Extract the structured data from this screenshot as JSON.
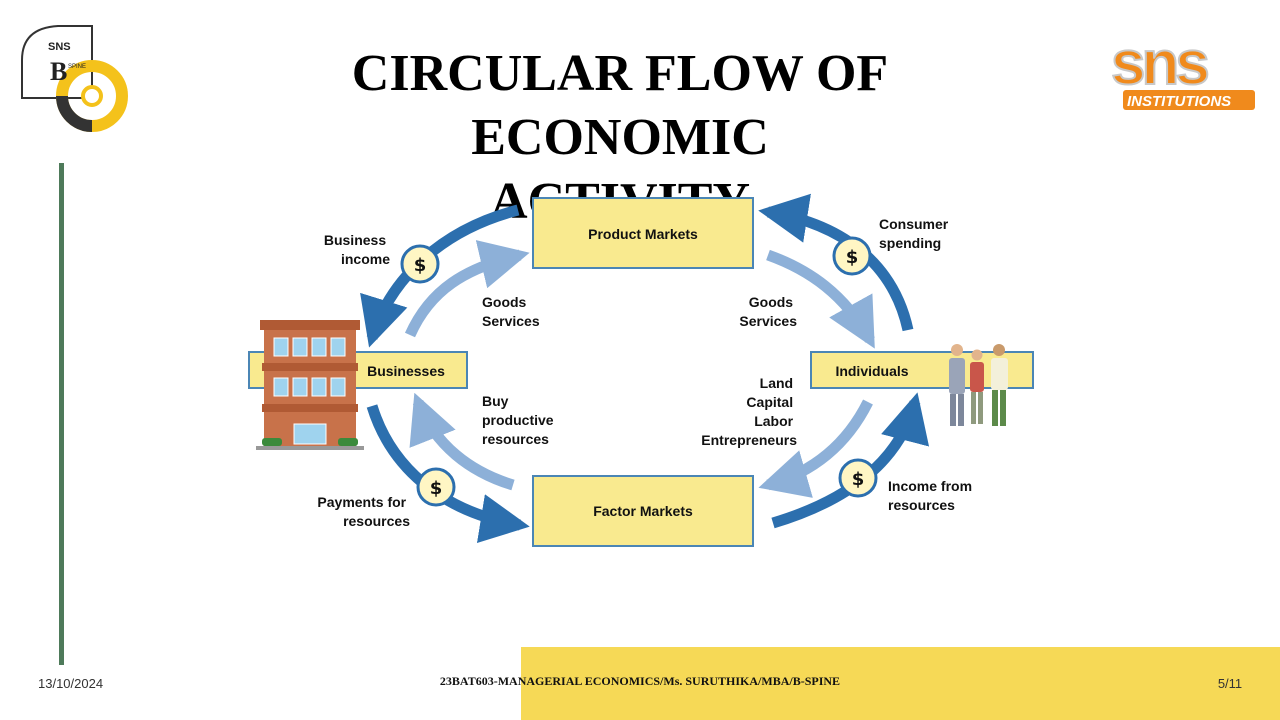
{
  "slide": {
    "title_line1": "CIRCULAR FLOW OF ECONOMIC",
    "title_line2": "ACTIVITY"
  },
  "logos": {
    "left_text_top": "SNS",
    "left_text_letter": "B",
    "left_text_side": "SPINE",
    "right_text": "sns",
    "right_subtext": "INSTITUTIONS"
  },
  "diagram": {
    "boxes": {
      "product_markets": "Product Markets",
      "factor_markets": "Factor Markets",
      "businesses": "Businesses",
      "individuals": "Individuals"
    },
    "labels": {
      "business_income": [
        "Business",
        "income"
      ],
      "goods_services_left": [
        "Goods",
        "Services"
      ],
      "goods_services_right": [
        "Goods",
        "Services"
      ],
      "consumer_spending": [
        "Consumer",
        "spending"
      ],
      "buy_productive_resources": [
        "Buy",
        "productive",
        "resources"
      ],
      "land_capital_labor": [
        "Land",
        "Capital",
        "Labor",
        "Entrepreneurs"
      ],
      "payments_for_resources": [
        "Payments for",
        "resources"
      ],
      "income_from_resources": [
        "Income from",
        "resources"
      ]
    },
    "dollar_symbol": "$",
    "colors": {
      "box_fill": "#f9ea8f",
      "box_border": "#4b86b5",
      "money_arrow": "#2c6fae",
      "goods_arrow": "#8db0d8"
    }
  },
  "footer": {
    "date": "13/10/2024",
    "course": "23BAT603-MANAGERIAL ECONOMICS/Ms. SURUTHIKA/MBA/B-SPINE",
    "page": "5/11"
  }
}
